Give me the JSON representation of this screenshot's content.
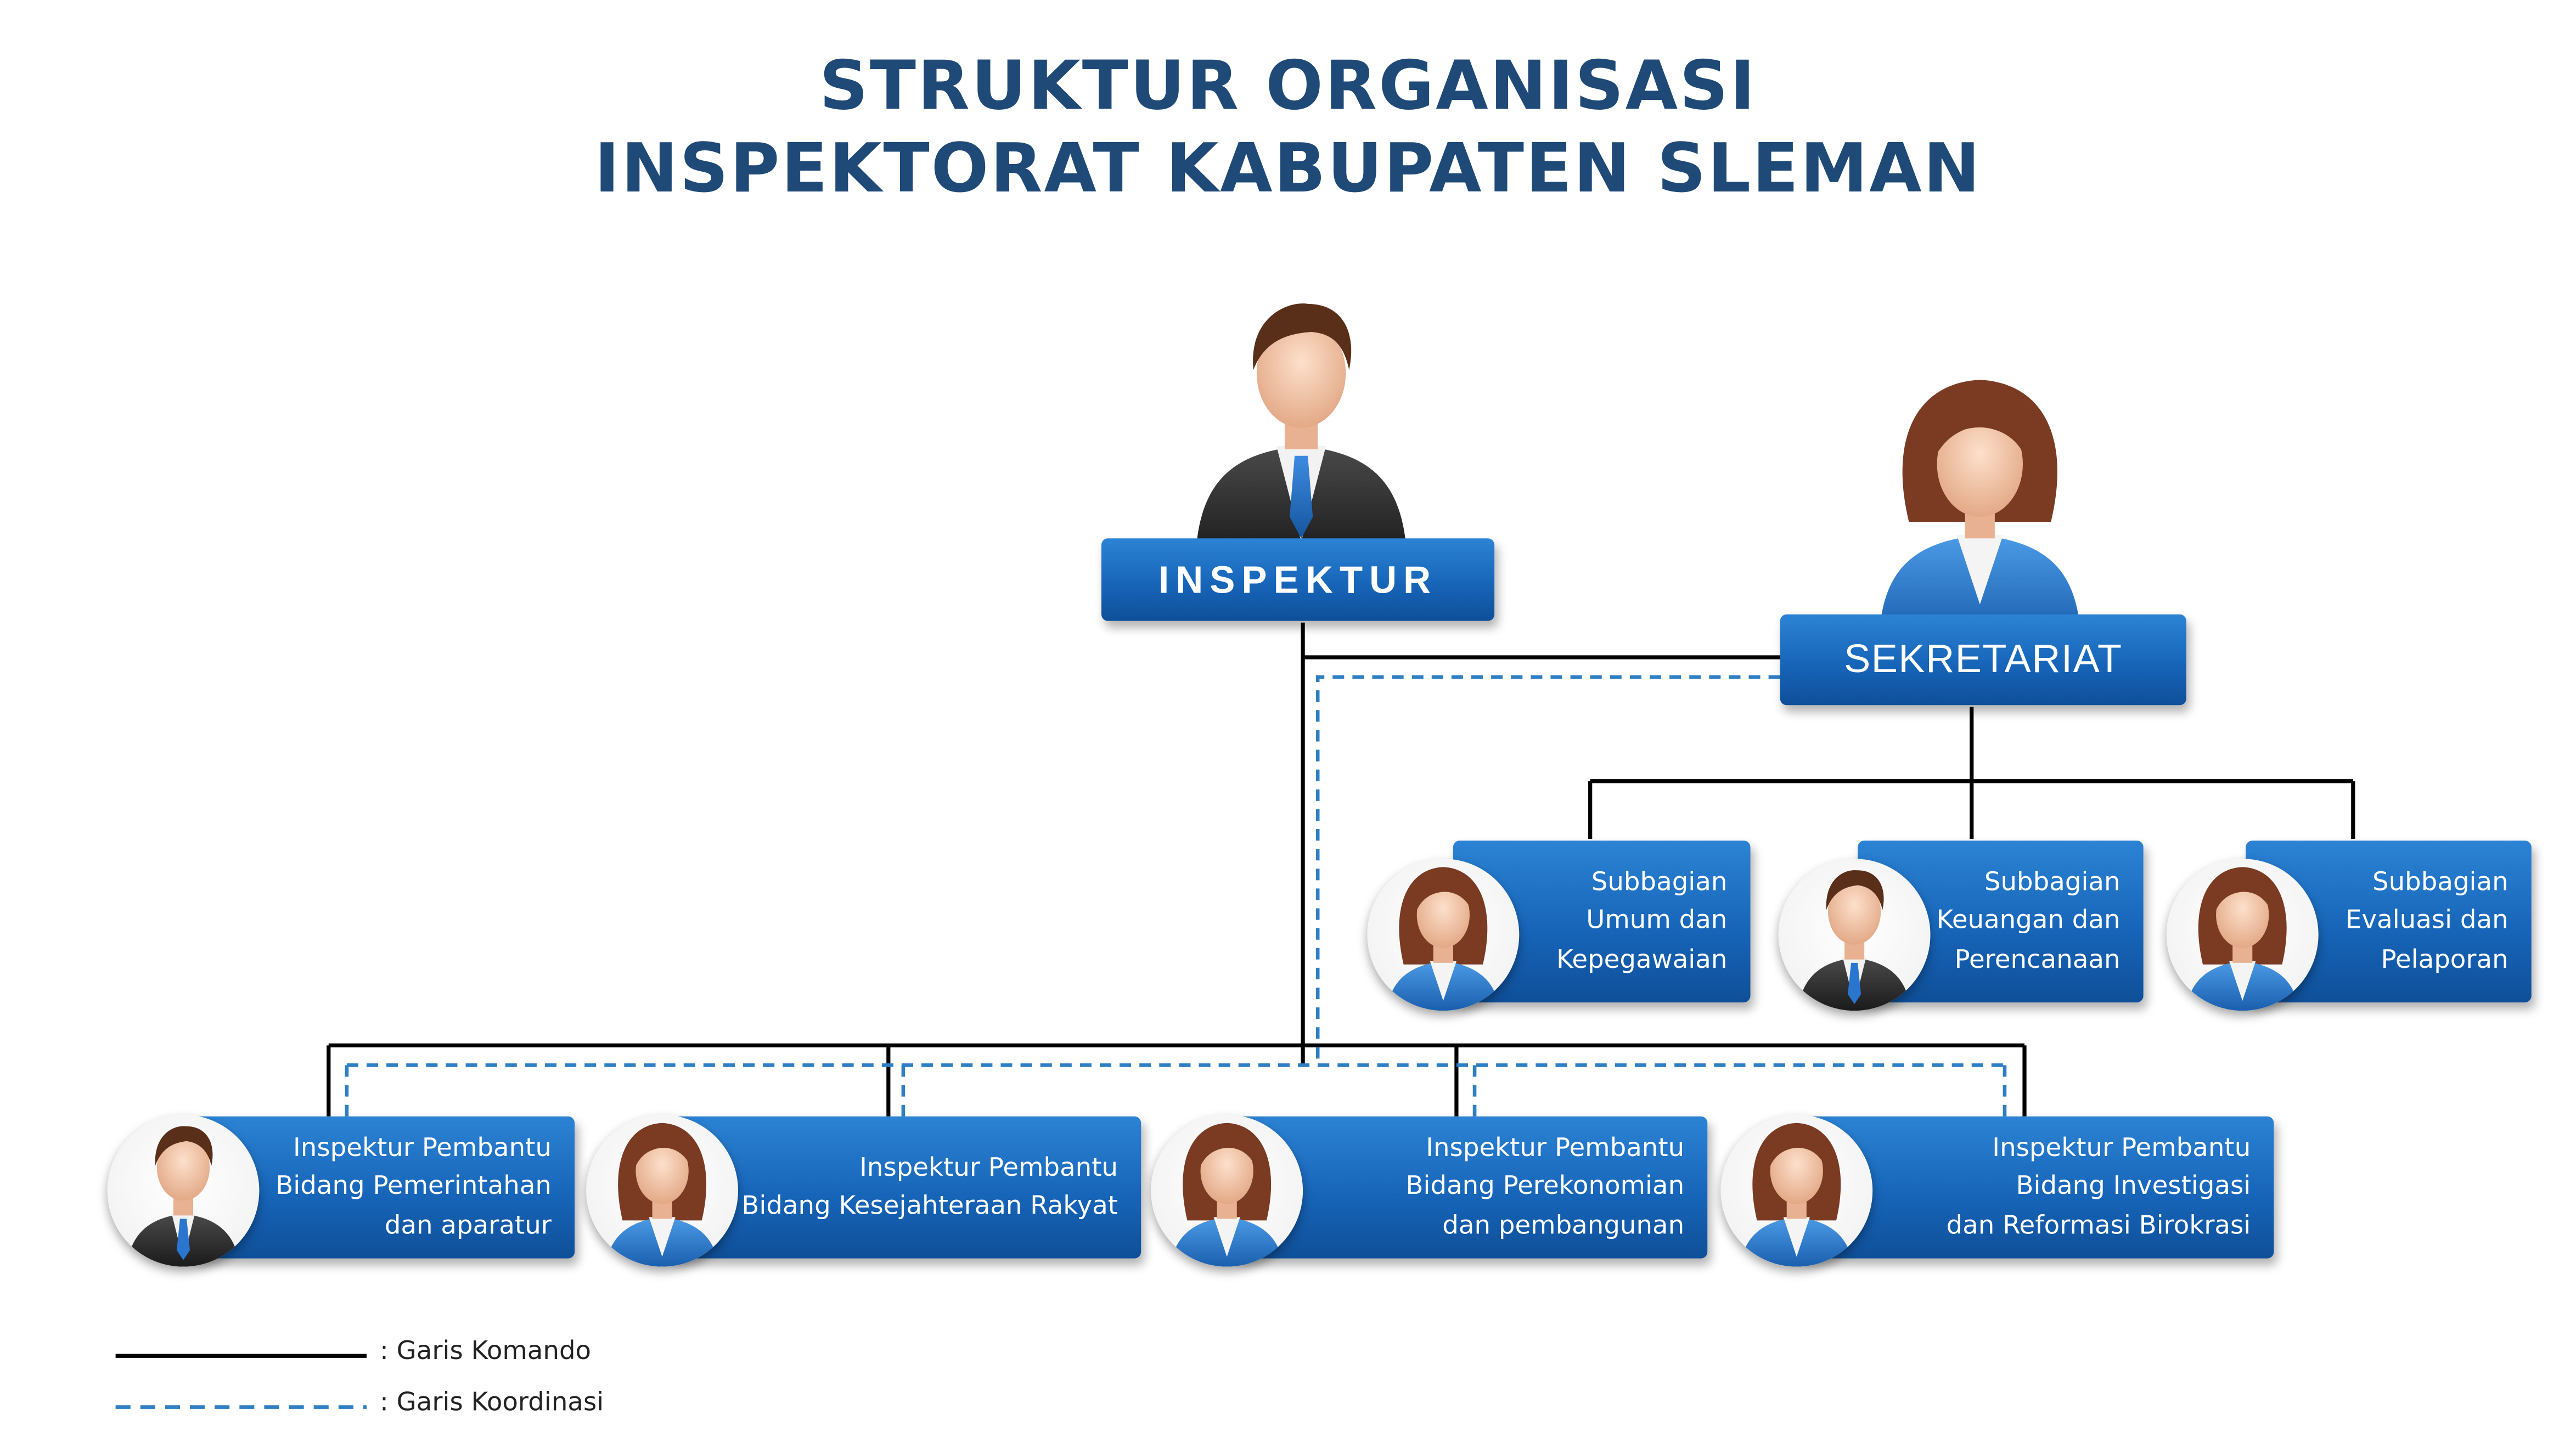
{
  "title": {
    "line1": "STRUKTUR ORGANISASI",
    "line2": "INSPEKTORAT KABUPATEN SLEMAN"
  },
  "inspektur": {
    "label": "INSPEKTUR",
    "icon": "male-official-icon"
  },
  "sekretariat": {
    "label": "SEKRETARIAT",
    "icon": "female-official-icon"
  },
  "subbagian": [
    {
      "lines": [
        "Subbagian",
        "Umum dan",
        "Kepegawaian"
      ],
      "icon": "female-official-icon"
    },
    {
      "lines": [
        "Subbagian",
        "Keuangan dan",
        "Perencanaan"
      ],
      "icon": "male-official-icon"
    },
    {
      "lines": [
        "Subbagian",
        "Evaluasi dan",
        "Pelaporan"
      ],
      "icon": "female-official-icon"
    }
  ],
  "inspektur_pembantu": [
    {
      "lines": [
        "Inspektur Pembantu",
        "Bidang Pemerintahan",
        "dan aparatur"
      ],
      "icon": "male-official-icon"
    },
    {
      "lines": [
        "Inspektur Pembantu",
        "Bidang Kesejahteraan Rakyat"
      ],
      "icon": "female-official-icon"
    },
    {
      "lines": [
        "Inspektur Pembantu",
        "Bidang Perekonomian",
        "dan pembangunan"
      ],
      "icon": "female-official-icon"
    },
    {
      "lines": [
        "Inspektur Pembantu",
        "Bidang Investigasi",
        "dan Reformasi Birokrasi"
      ],
      "icon": "female-official-icon"
    }
  ],
  "legend": {
    "komando": ": Garis Komando",
    "koordinasi": ": Garis Koordinasi"
  },
  "colors": {
    "title": "#1f4a77",
    "box": "#1765b9",
    "command_line": "#000000",
    "coordination_line": "#2f7fc4"
  }
}
